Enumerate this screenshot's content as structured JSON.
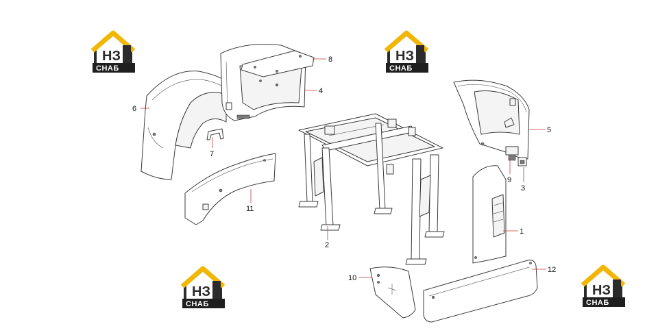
{
  "diagram": {
    "callouts": [
      {
        "label": "1"
      },
      {
        "label": "2"
      },
      {
        "label": "3"
      },
      {
        "label": "4"
      },
      {
        "label": "5"
      },
      {
        "label": "6"
      },
      {
        "label": "7"
      },
      {
        "label": "8"
      },
      {
        "label": "9"
      },
      {
        "label": "10"
      },
      {
        "label": "11"
      },
      {
        "label": "12"
      }
    ]
  },
  "watermark": {
    "letters": "НЗ",
    "word": "СНАБ",
    "colors": {
      "roof": "#f2b705",
      "frame": "#2b2b2b",
      "plate": "#1f1f1f"
    }
  }
}
